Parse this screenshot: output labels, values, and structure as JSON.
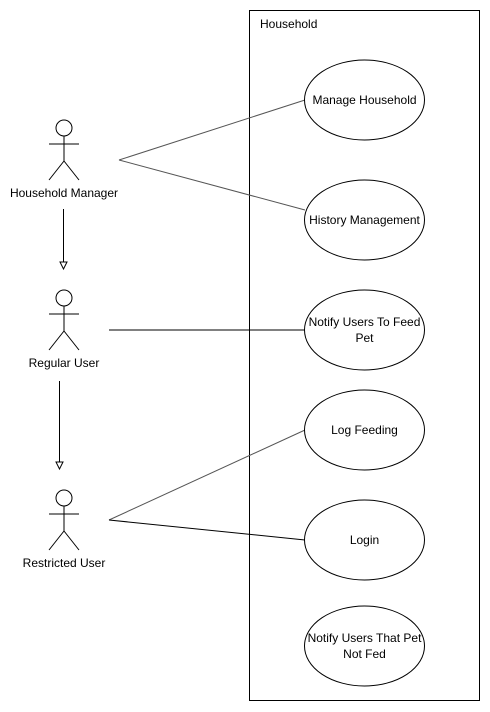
{
  "system": {
    "label": "Household"
  },
  "actors": [
    {
      "id": "household-manager",
      "label": "Household Manager"
    },
    {
      "id": "regular-user",
      "label": "Regular User"
    },
    {
      "id": "restricted-user",
      "label": "Restricted User"
    }
  ],
  "use_cases": [
    {
      "id": "manage-household",
      "lines": [
        "Manage Household"
      ]
    },
    {
      "id": "history-management",
      "lines": [
        "History Management"
      ]
    },
    {
      "id": "notify-users-to-feed-pet",
      "lines": [
        "Notify Users To Feed",
        "Pet"
      ]
    },
    {
      "id": "log-feeding",
      "lines": [
        "Log Feeding"
      ]
    },
    {
      "id": "login",
      "lines": [
        "Login"
      ]
    },
    {
      "id": "notify-users-that-pet-not-fed",
      "lines": [
        "Notify Users That Pet",
        "Not Fed"
      ]
    }
  ],
  "colors": {
    "stroke": "#000000",
    "association": "#555555",
    "fill": "#ffffff"
  }
}
